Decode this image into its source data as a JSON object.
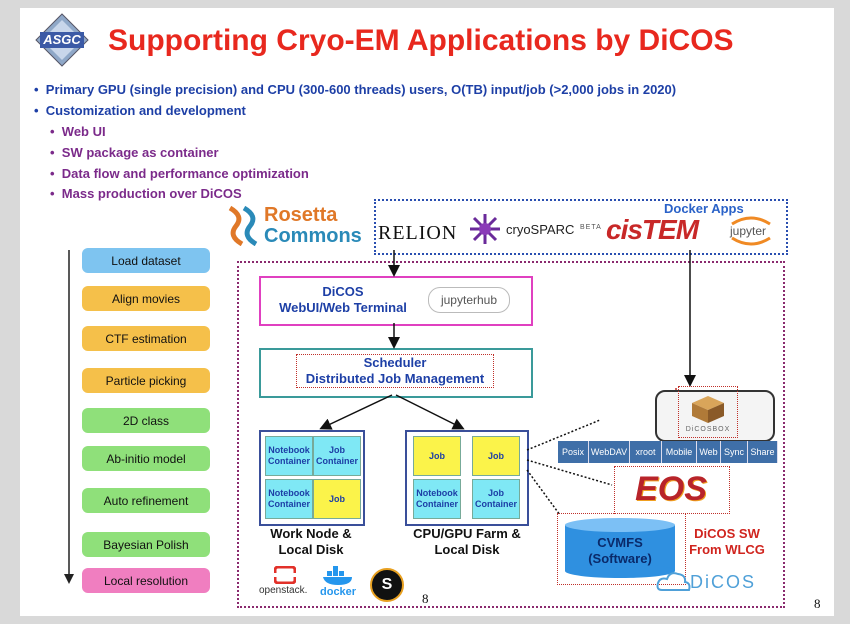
{
  "logo": {
    "text": "ASGC"
  },
  "title": "Supporting Cryo-EM Applications by DiCOS",
  "bullets": [
    "Primary GPU (single precision) and CPU (300-600 threads) users, O(TB) input/job (>2,000 jobs in 2020)",
    "Customization and development"
  ],
  "sub_bullets": [
    "Web UI",
    "SW package as container",
    "Data flow and performance optimization",
    "Mass production over DiCOS"
  ],
  "workflow_steps": [
    {
      "label": "Load dataset",
      "color": "#7ec4f0"
    },
    {
      "label": "Align movies",
      "color": "#f5c04a"
    },
    {
      "label": "CTF estimation",
      "color": "#f5c04a"
    },
    {
      "label": "Particle picking",
      "color": "#f5c04a"
    },
    {
      "label": "2D class",
      "color": "#8fe07a"
    },
    {
      "label": "Ab-initio model",
      "color": "#8fe07a"
    },
    {
      "label": "Auto refinement",
      "color": "#8fe07a"
    },
    {
      "label": "Bayesian Polish",
      "color": "#8fe07a"
    },
    {
      "label": "Local resolution",
      "color": "#f07ec0"
    }
  ],
  "apps": {
    "rosetta": [
      "Rosetta",
      "Commons"
    ],
    "relion": "RELION",
    "cryosparc": "cryoSPARC",
    "cryosparc_badge": "BETA",
    "cistem": "cisTEM",
    "jupyter": "jupyter",
    "docker_apps_label": "Docker Apps"
  },
  "webui": {
    "line1": "DiCOS",
    "line2": "WebUI/Web Terminal",
    "hub": "jupyterhub"
  },
  "scheduler": {
    "line1": "Scheduler",
    "line2": "Distributed Job Management"
  },
  "work_node": {
    "cells": [
      "Notebook Container",
      "Job Container",
      "Notebook Container",
      "Job"
    ],
    "caption": [
      "Work Node &",
      "Local Disk"
    ]
  },
  "farm": {
    "cells": [
      "Job",
      "Job",
      "Notebook Container",
      "Job Container"
    ],
    "caption": [
      "CPU/GPU Farm &",
      "Local Disk"
    ]
  },
  "dicosbox": {
    "label": "DiCOSBOX",
    "protocols": [
      "Posix",
      "WebDAV",
      "xroot",
      "Mobile",
      "Web",
      "Sync",
      "Share"
    ]
  },
  "eos": "EOS",
  "cvmfs": {
    "line1": "CVMFS",
    "line2": "(Software)"
  },
  "dicos_sw": [
    "DiCOS SW",
    "From WLCG"
  ],
  "bottom_logos": {
    "openstack": "openstack.",
    "docker": "docker",
    "s": "S"
  },
  "dicos_logo": "DiCOS",
  "page_numbers": {
    "inner": "8",
    "outer": "8"
  },
  "colors": {
    "title": "#e8281e",
    "blue_text": "#1d3fa6",
    "purple_text": "#7b2a8a",
    "cyan_cell": "#7fe8f5",
    "yellow_cell": "#fbf34a",
    "dotted_frame": "#8a2a6e"
  }
}
